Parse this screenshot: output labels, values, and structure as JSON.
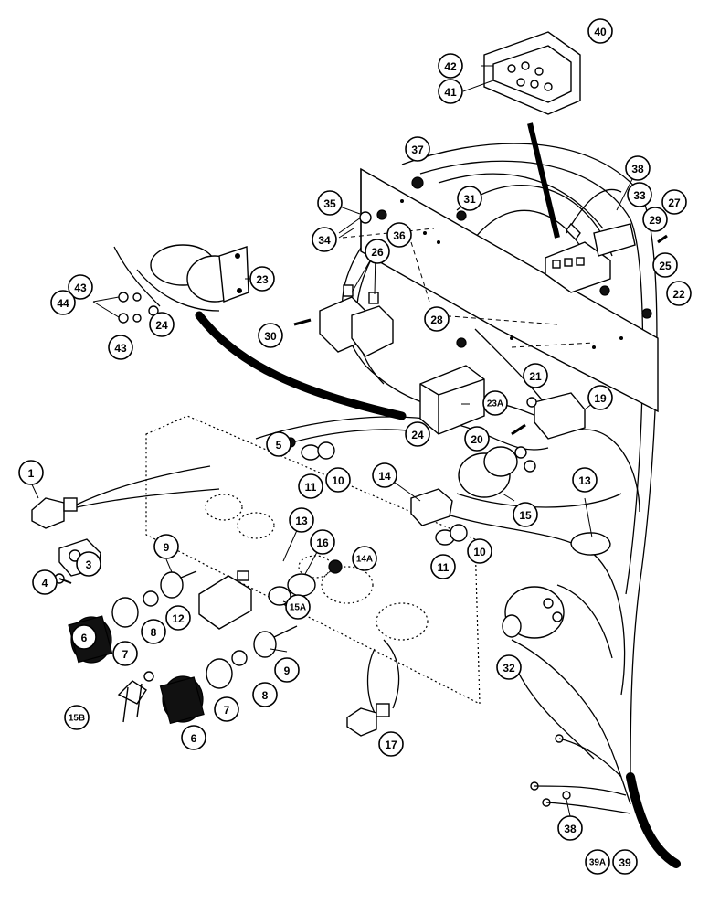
{
  "callouts": [
    "1",
    "3",
    "4",
    "6",
    "7",
    "8",
    "9",
    "12",
    "15B",
    "6",
    "7",
    "8",
    "9",
    "15A",
    "5",
    "10",
    "11",
    "13",
    "16",
    "14A",
    "14",
    "15",
    "10",
    "11",
    "13",
    "32",
    "17",
    "23",
    "24",
    "43",
    "44",
    "43",
    "30",
    "26",
    "34",
    "35",
    "36",
    "37",
    "31",
    "28",
    "24",
    "23A",
    "20",
    "21",
    "19",
    "38",
    "33",
    "27",
    "29",
    "25",
    "22",
    "40",
    "42",
    "41",
    "38",
    "39A",
    "39"
  ]
}
